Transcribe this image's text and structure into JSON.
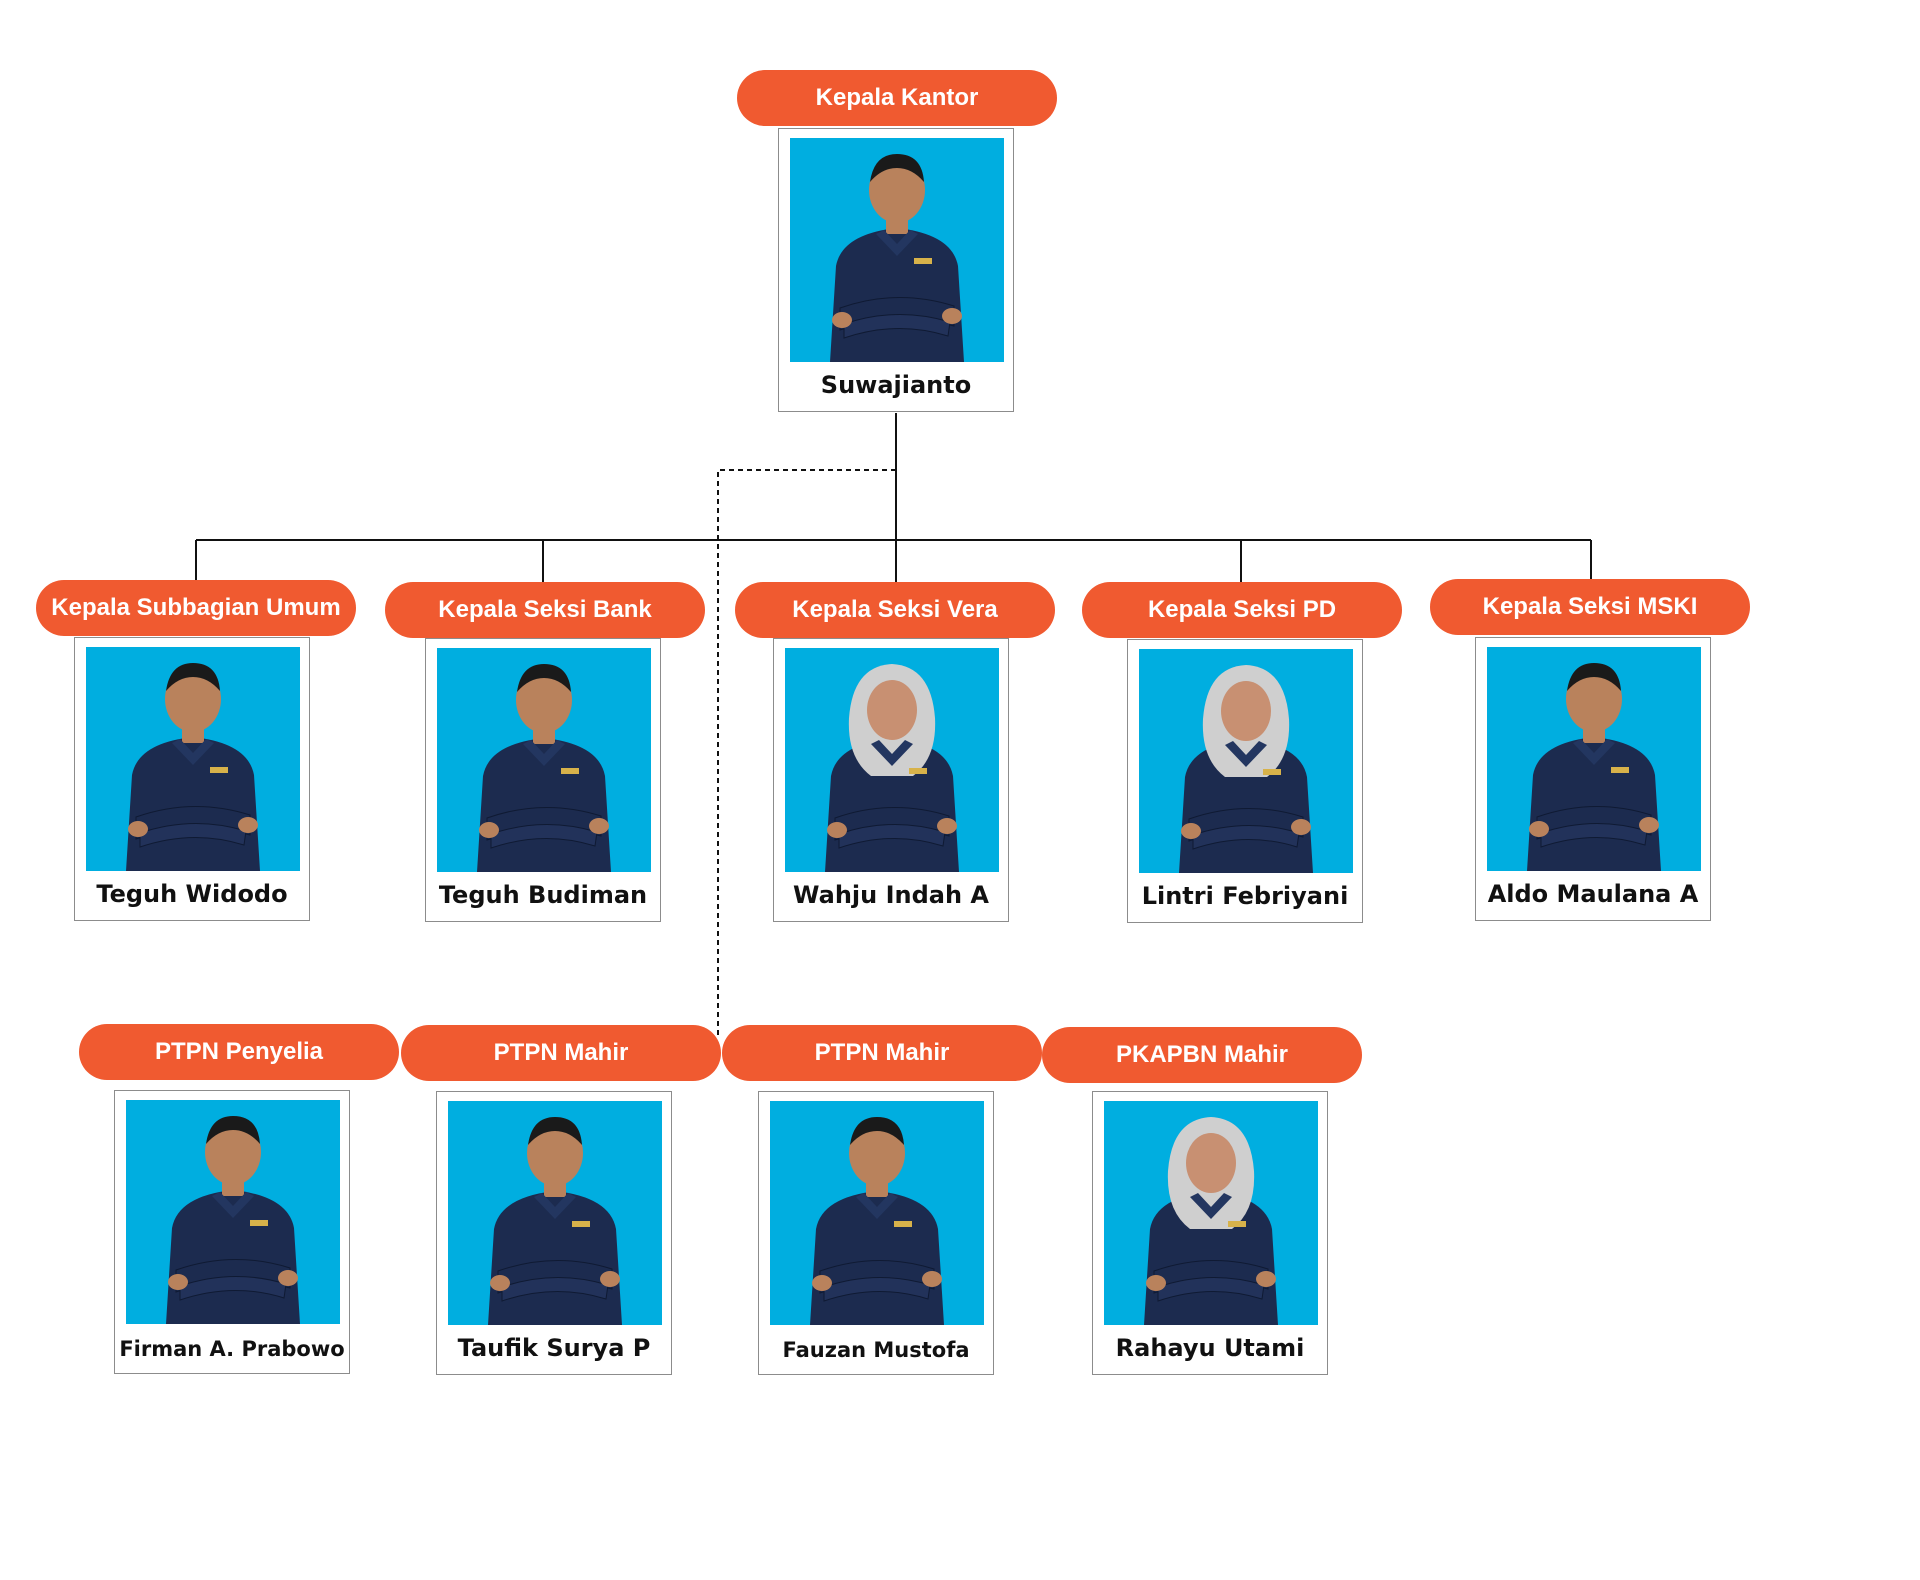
{
  "colors": {
    "pill": "#f05a30",
    "photo_bg": "#00aee0",
    "uniform": "#1c2b4f",
    "line": "#111111"
  },
  "nodes": [
    {
      "id": "kepala-kantor",
      "role": "Kepala Kantor",
      "name": "Suwajianto",
      "hijab": false
    },
    {
      "id": "subbagian-umum",
      "role": "Kepala Subbagian Umum",
      "name": "Teguh Widodo",
      "hijab": false
    },
    {
      "id": "seksi-bank",
      "role": "Kepala Seksi Bank",
      "name": "Teguh Budiman",
      "hijab": false
    },
    {
      "id": "seksi-vera",
      "role": "Kepala Seksi Vera",
      "name": "Wahju Indah A",
      "hijab": true
    },
    {
      "id": "seksi-pd",
      "role": "Kepala Seksi PD",
      "name": "Lintri Febriyani",
      "hijab": true
    },
    {
      "id": "seksi-mski",
      "role": "Kepala Seksi MSKI",
      "name": "Aldo Maulana A",
      "hijab": false
    },
    {
      "id": "ptpn-penyelia",
      "role": "PTPN Penyelia",
      "name": "Firman A. Prabowo",
      "hijab": false
    },
    {
      "id": "ptpn-mahir-1",
      "role": "PTPN Mahir",
      "name": "Taufik Surya P",
      "hijab": false
    },
    {
      "id": "ptpn-mahir-2",
      "role": "PTPN Mahir",
      "name": "Fauzan Mustofa",
      "hijab": false
    },
    {
      "id": "pkapbn-mahir",
      "role": "PKAPBN Mahir",
      "name": "Rahayu Utami",
      "hijab": true
    }
  ]
}
